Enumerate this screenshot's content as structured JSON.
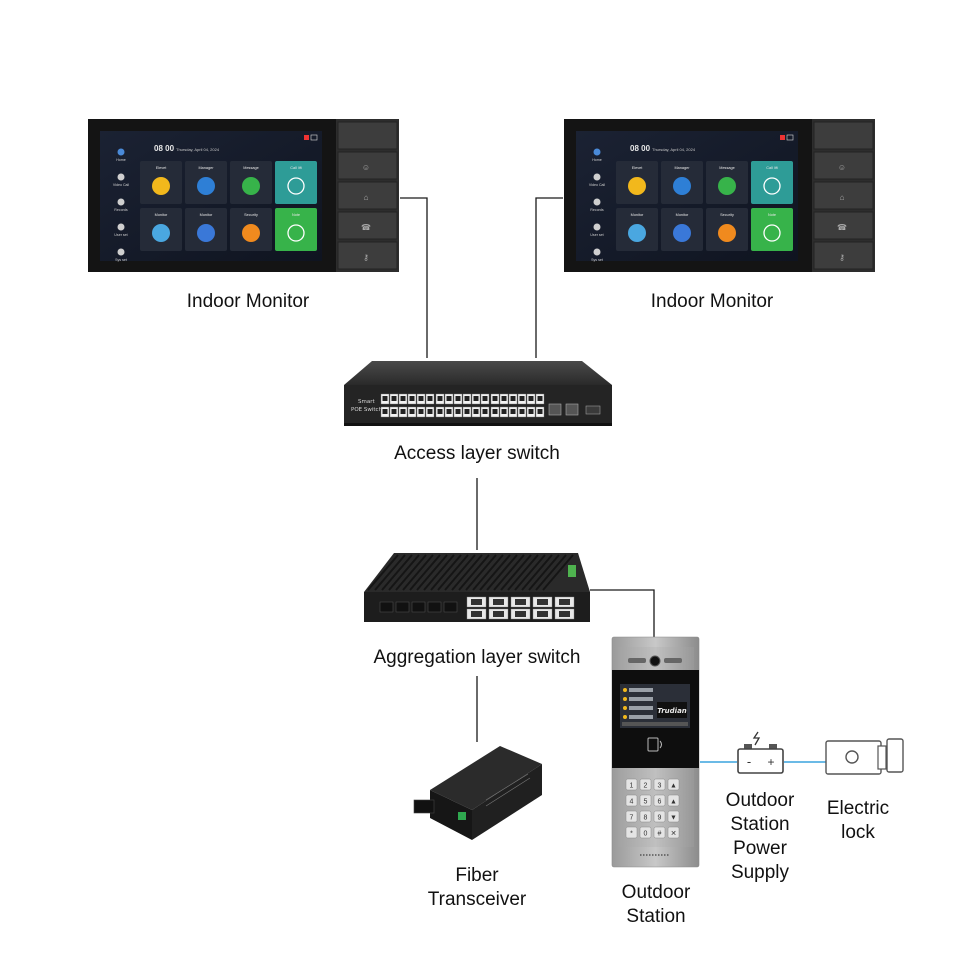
{
  "labels": {
    "indoor_monitor_left": "Indoor Monitor",
    "indoor_monitor_right": "Indoor Monitor",
    "access_switch": "Access layer switch",
    "aggregation_switch": "Aggregation layer switch",
    "fiber_transceiver": [
      "Fiber",
      "Transceiver"
    ],
    "outdoor_station": [
      "Outdoor",
      "Station"
    ],
    "outdoor_power": [
      "Outdoor",
      "Station",
      "Power",
      "Supply"
    ],
    "electric_lock": [
      "Electric",
      "lock"
    ]
  },
  "monitor_screen": {
    "time": "08 00",
    "date": "Thursday, April 04, 2024",
    "sidebar": [
      "Home",
      "Video Call",
      "Records",
      "User set",
      "Sys set"
    ],
    "tiles": [
      "Elevet",
      "Manager",
      "Message",
      "Call lift",
      "Monitor",
      "Monitor",
      "Security",
      "Note"
    ]
  },
  "access_switch_face": {
    "line1": "Smart",
    "line2": "POE Switch"
  },
  "outdoor_station_screen": {
    "brand": "Trudian"
  },
  "power_supply_symbols": {
    "minus": "-",
    "plus": "+"
  },
  "keypad_keys": [
    "1",
    "2",
    "3",
    "▲",
    "4",
    "5",
    "6",
    "▲",
    "7",
    "8",
    "9",
    "▼",
    "*",
    "0",
    "#",
    "✕"
  ],
  "colors": {
    "line": "#1a1a1a",
    "link_blue": "#3aa3dd",
    "device_dark": "#1c1c1c",
    "panel_gray": "#3a3a3a",
    "tile_teal": "#2e9c97",
    "tile_green": "#37b34a",
    "tile_yellow": "#f2b81c",
    "tile_orange": "#f08a1e"
  }
}
